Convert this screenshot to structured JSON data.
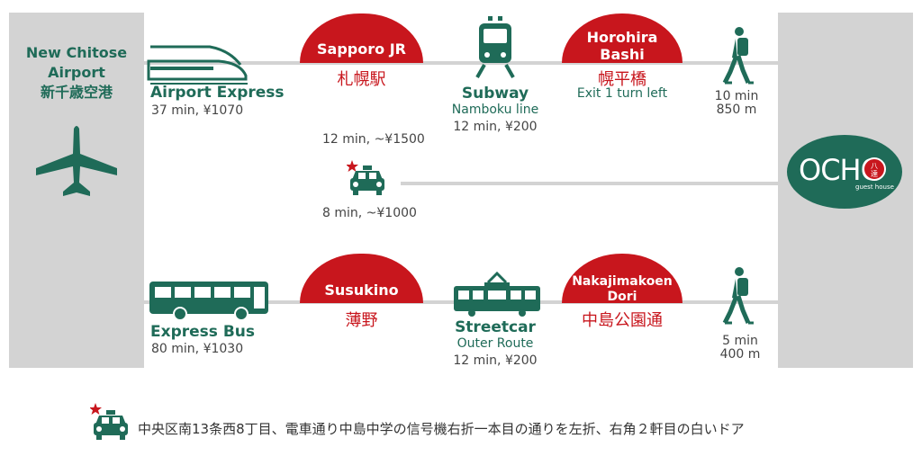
{
  "origin": {
    "name_line1": "New Chitose",
    "name_line2": "Airport",
    "name_jp": "新千歳空港",
    "icon": "airplane-icon"
  },
  "route_top": {
    "mode1": {
      "label": "Airport Express",
      "detail": "37 min, ¥1070",
      "icon": "train-icon"
    },
    "station1": {
      "name": "Sapporo JR",
      "name_jp": "札幌駅"
    },
    "mode2": {
      "label": "Subway",
      "sub": "Namboku line",
      "detail": "12 min, ¥200",
      "icon": "subway-icon"
    },
    "station2": {
      "name_line1": "Horohira",
      "name_line2": "Bashi",
      "name_jp": "幌平橋",
      "note": "Exit 1 turn left"
    },
    "walk": {
      "time": "10 min",
      "distance": "850 m",
      "icon": "walking-person-icon"
    }
  },
  "route_taxi": {
    "above": "12 min, ~¥1500",
    "below": "8 min, ~¥1000",
    "icon": "taxi-icon"
  },
  "route_bottom": {
    "mode1": {
      "label": "Express Bus",
      "detail": "80 min, ¥1030",
      "icon": "bus-icon"
    },
    "station1": {
      "name": "Susukino",
      "name_jp": "薄野"
    },
    "mode2": {
      "label": "Streetcar",
      "sub": "Outer Route",
      "detail": "12 min, ¥200",
      "icon": "streetcar-icon"
    },
    "station2": {
      "name_line1": "Nakajimakoen",
      "name_line2": "Dori",
      "name_jp": "中島公園通"
    },
    "walk": {
      "time": "5 min",
      "distance": "400 m",
      "icon": "walking-person-icon"
    }
  },
  "destination": {
    "logo": "OCHO",
    "logo_kanji": "八達",
    "logo_sub": "guest house"
  },
  "footer": {
    "note": "中央区南13条西8丁目、電車通り中島中学の信号機右折一本目の通りを左折、右角２軒目の白いドア",
    "icon": "taxi-icon"
  },
  "colors": {
    "green": "#1f6b58",
    "red": "#c8161d",
    "grey_panel": "#d3d3d3",
    "text_grey": "#444444"
  }
}
